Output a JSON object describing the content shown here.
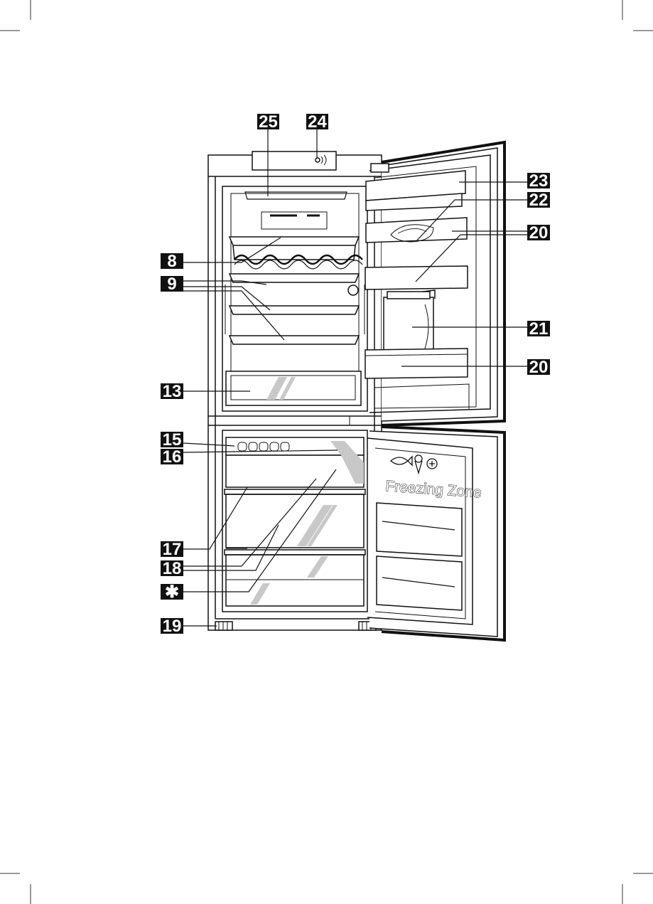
{
  "callouts": {
    "c25": "25",
    "c24": "24",
    "c23": "23",
    "c22": "22",
    "c20a": "20",
    "c8": "8",
    "c9": "9",
    "c21": "21",
    "c20b": "20",
    "c13": "13",
    "c15": "15",
    "c16": "16",
    "c17": "17",
    "c18": "18",
    "cstar": "✱",
    "c19": "19"
  },
  "freezer_door": {
    "zone_label": "Freezing Zone",
    "icons": [
      "fish-icon",
      "ice-cream-icon",
      "snowflake-icon"
    ]
  },
  "colors": {
    "callout_bg": "#111111",
    "callout_text": "#ffffff",
    "line": "#111111",
    "glass_stripe": "#c8c8c8"
  }
}
